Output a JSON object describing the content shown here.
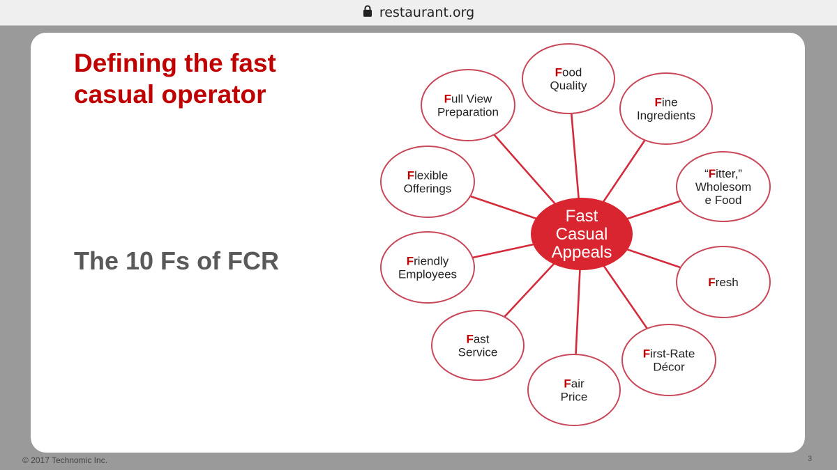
{
  "browser": {
    "url": "restaurant.org",
    "lock_icon": "lock-icon"
  },
  "slide": {
    "title_line1": "Defining the fast",
    "title_line2": "casual operator",
    "subtitle": "The 10 Fs of FCR",
    "footer_copyright": "© 2017 Technomic Inc.",
    "page_number": "3"
  },
  "diagram": {
    "hub": [
      "Fast",
      "Casual",
      "Appeals"
    ],
    "accent_color": "#c00000",
    "hub_color": "#d9252f",
    "line_color": "#d42a3a",
    "nodes": [
      {
        "id": "food-quality",
        "lines": [
          "Food",
          "Quality"
        ]
      },
      {
        "id": "fine-ingredients",
        "lines": [
          "Fine",
          "Ingredients"
        ]
      },
      {
        "id": "fitter-wholesome-food",
        "lines": [
          "“Fitter,”",
          "Wholesom",
          "e Food"
        ]
      },
      {
        "id": "fresh",
        "lines": [
          "Fresh"
        ]
      },
      {
        "id": "first-rate-decor",
        "lines": [
          "First-Rate",
          "Décor"
        ]
      },
      {
        "id": "fair-price",
        "lines": [
          "Fair",
          "Price"
        ]
      },
      {
        "id": "fast-service",
        "lines": [
          "Fast",
          "Service"
        ]
      },
      {
        "id": "friendly-employees",
        "lines": [
          "Friendly",
          "Employees"
        ]
      },
      {
        "id": "flexible-offerings",
        "lines": [
          "Flexible",
          "Offerings"
        ]
      },
      {
        "id": "full-view-preparation",
        "lines": [
          "Full View",
          "Preparation"
        ]
      }
    ]
  }
}
